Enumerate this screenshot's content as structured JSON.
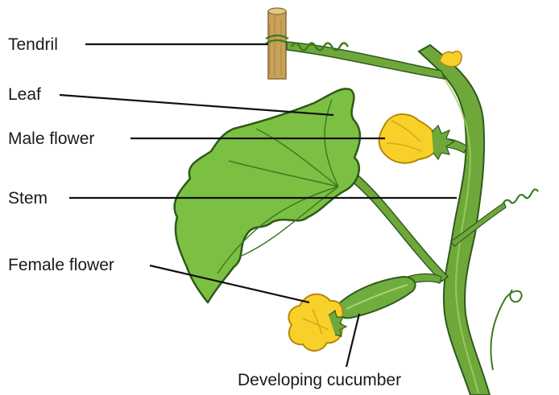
{
  "labels": {
    "tendril": "Tendril",
    "leaf": "Leaf",
    "male_flower": "Male flower",
    "stem": "Stem",
    "female_flower": "Female flower",
    "developing_cucumber": "Developing cucumber"
  },
  "colors": {
    "background": "#ffffff",
    "leaf_fill": "#7cc043",
    "leaf_edge": "#2e5a18",
    "stem_fill": "#6fa83a",
    "stem_edge": "#2f5a1c",
    "flower_fill": "#f7d12a",
    "flower_edge": "#b8860b",
    "stake_fill": "#c9a25a",
    "leader_line": "#111111"
  }
}
